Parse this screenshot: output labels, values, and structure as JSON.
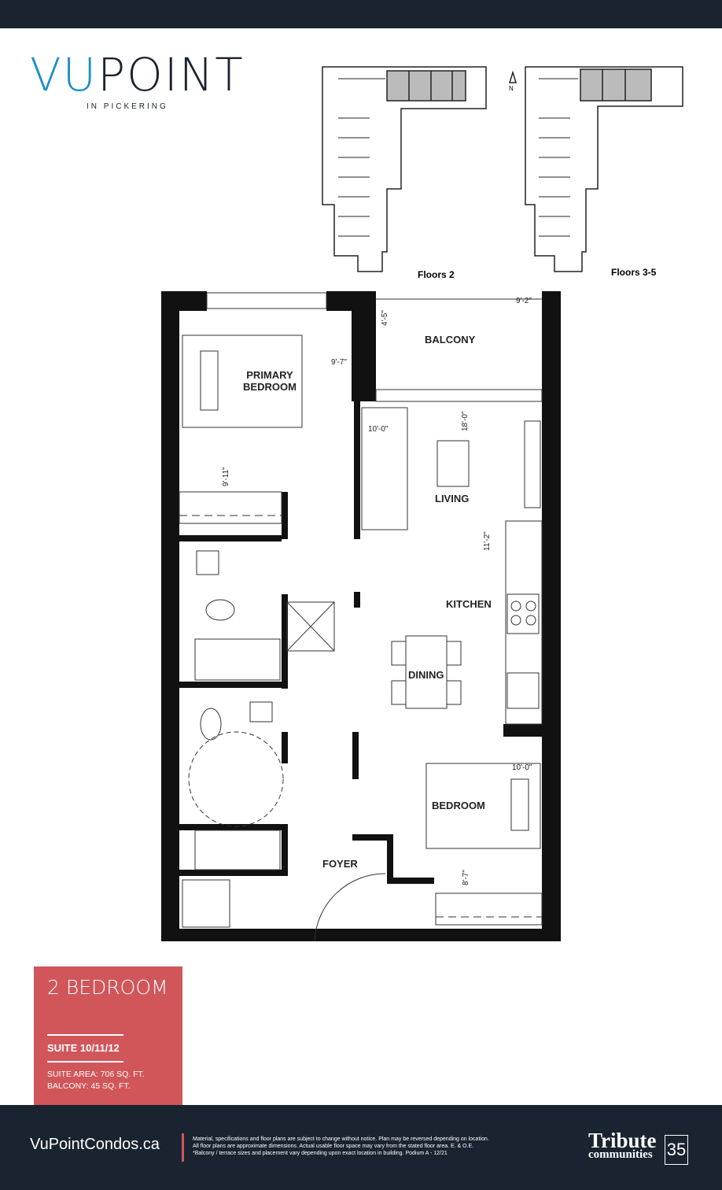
{
  "brand": {
    "logo_text_a": "VU",
    "logo_text_b": "POINT",
    "logo_sub": "IN PICKERING"
  },
  "keyplans": {
    "floor2_label": "Floors 2",
    "floor35_label": "Floors 3-5",
    "north": "N"
  },
  "rooms": {
    "balcony": "BALCONY",
    "primary_bedroom": "PRIMARY BEDROOM",
    "living": "LIVING",
    "kitchen": "KITCHEN",
    "dining": "DINING",
    "bedroom": "BEDROOM",
    "foyer": "FOYER"
  },
  "dimensions": {
    "balcony_w": "9'-2\"",
    "balcony_d": "4'-5\"",
    "primary_w": "9'-7\"",
    "primary_d": "9'-11\"",
    "living_w": "10'-0\"",
    "living_d": "18'-0\"",
    "kitchen_d": "11'-2\"",
    "bedroom_w": "10'-0\"",
    "bedroom_d": "8'-7\""
  },
  "suite": {
    "type": "2 BEDROOM",
    "name": "SUITE 10/11/12",
    "area": "SUITE AREA: 706 SQ. FT.",
    "balcony": "BALCONY: 45 SQ. FT."
  },
  "footer": {
    "website": "VuPointCondos.ca",
    "disclaimer": "Material, specifications and floor plans are subject to change without notice. Plan may be reversed depending on location. All floor plans are approximate dimensions. Actual usable floor space may vary from the stated floor area. E. & O.E. *Balcony / terrace sizes and placement vary depending upon exact location in building. Podium A - 12/21",
    "developer": "Tribute",
    "developer_sub": "communities",
    "years": "35"
  },
  "colors": {
    "accent": "#d0565a",
    "navy": "#1a2330",
    "logo_blue": "#1e8fc6"
  }
}
